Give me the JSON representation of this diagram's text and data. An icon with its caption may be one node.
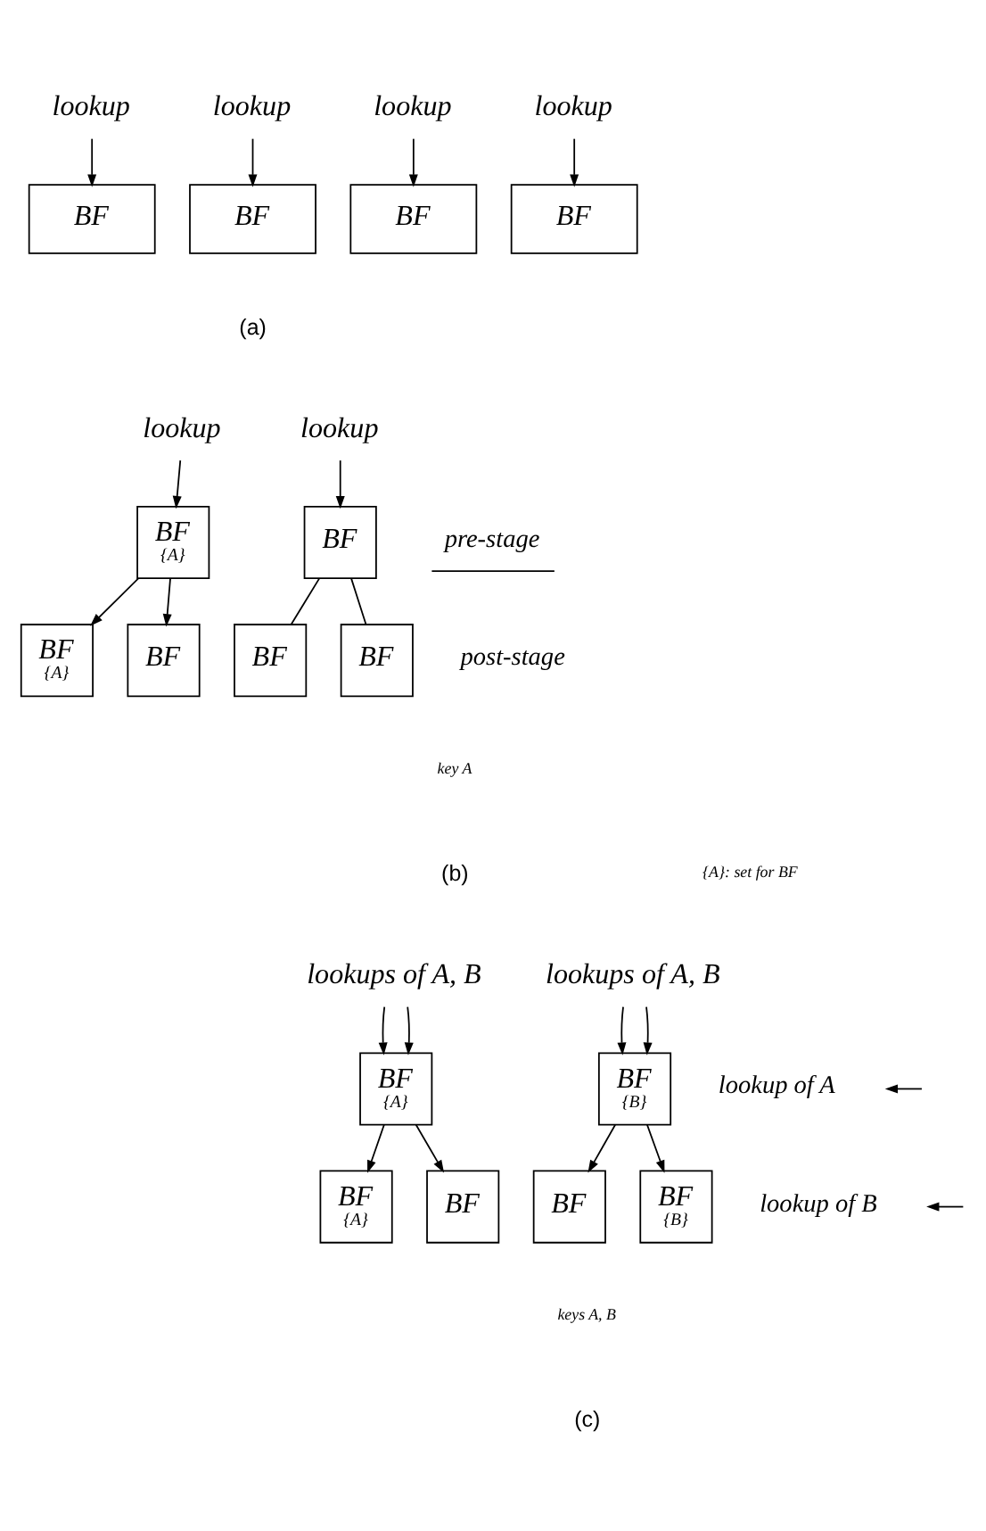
{
  "diagram": {
    "nodes": [
      {
        "text": [
          "lookup"
        ]
      },
      {
        "text": [
          "lookup"
        ]
      },
      {
        "text": [
          "lookup"
        ]
      },
      {
        "text": [
          "lookup"
        ]
      },
      {
        "text": [
          "BF"
        ]
      },
      {
        "text": [
          "BF"
        ]
      },
      {
        "text": [
          "BF"
        ]
      },
      {
        "text": [
          "BF"
        ]
      },
      {
        "text": [
          "lookup"
        ]
      },
      {
        "text": [
          "BF",
          "{A}"
        ]
      },
      {
        "text": [
          "BF",
          "{A}"
        ]
      },
      {
        "text": [
          "BF"
        ]
      },
      {
        "text": [
          "lookup"
        ]
      },
      {
        "text": [
          "BF"
        ]
      },
      {
        "text": [
          "BF"
        ]
      },
      {
        "text": [
          "BF"
        ]
      },
      {
        "text": [
          "lookups of A, B"
        ]
      },
      {
        "text": [
          "BF",
          "{A}"
        ]
      },
      {
        "text": [
          "BF",
          "{A}"
        ]
      },
      {
        "text": [
          "BF"
        ]
      },
      {
        "text": [
          "lookups of A, B"
        ]
      },
      {
        "text": [
          "BF",
          "{B}"
        ]
      },
      {
        "text": [
          "BF"
        ]
      },
      {
        "text": [
          "BF",
          "{B}"
        ]
      }
    ],
    "edges": [
      {
        "from": 0,
        "to": 4,
        "arrow": "to"
      },
      {
        "from": 1,
        "to": 5,
        "arrow": "to"
      },
      {
        "from": 2,
        "to": 6,
        "arrow": "to"
      },
      {
        "from": 3,
        "to": 7,
        "arrow": "to"
      },
      {
        "from": 8,
        "to": 9,
        "arrow": "to"
      },
      {
        "from": 9,
        "to": 10,
        "arrow": "to"
      },
      {
        "from": 9,
        "to": 11,
        "arrow": "to"
      },
      {
        "from": 12,
        "to": 13,
        "arrow": "to"
      },
      {
        "from": 13,
        "to": 14,
        "arrow": "none"
      },
      {
        "from": 13,
        "to": 15,
        "arrow": "none"
      },
      {
        "from": 16,
        "to": 17,
        "arrow": "to"
      },
      {
        "from": 16,
        "to": 17,
        "arrow": "to"
      },
      {
        "from": 17,
        "to": 18,
        "arrow": "to"
      },
      {
        "from": 17,
        "to": 19,
        "arrow": "to"
      },
      {
        "from": 20,
        "to": 21,
        "arrow": "to"
      },
      {
        "from": 20,
        "to": 21,
        "arrow": "to"
      },
      {
        "from": 21,
        "to": 22,
        "arrow": "to"
      },
      {
        "from": 21,
        "to": 23,
        "arrow": "to"
      }
    ],
    "labels": [
      "(a)",
      "pre-stage",
      "post-stage",
      "key A",
      "(b)",
      "{A}: set for BF",
      "keys A, B",
      "(c)"
    ],
    "legend": [
      {
        "text": "lookup of A"
      },
      {
        "text": "lookup of B"
      }
    ]
  }
}
